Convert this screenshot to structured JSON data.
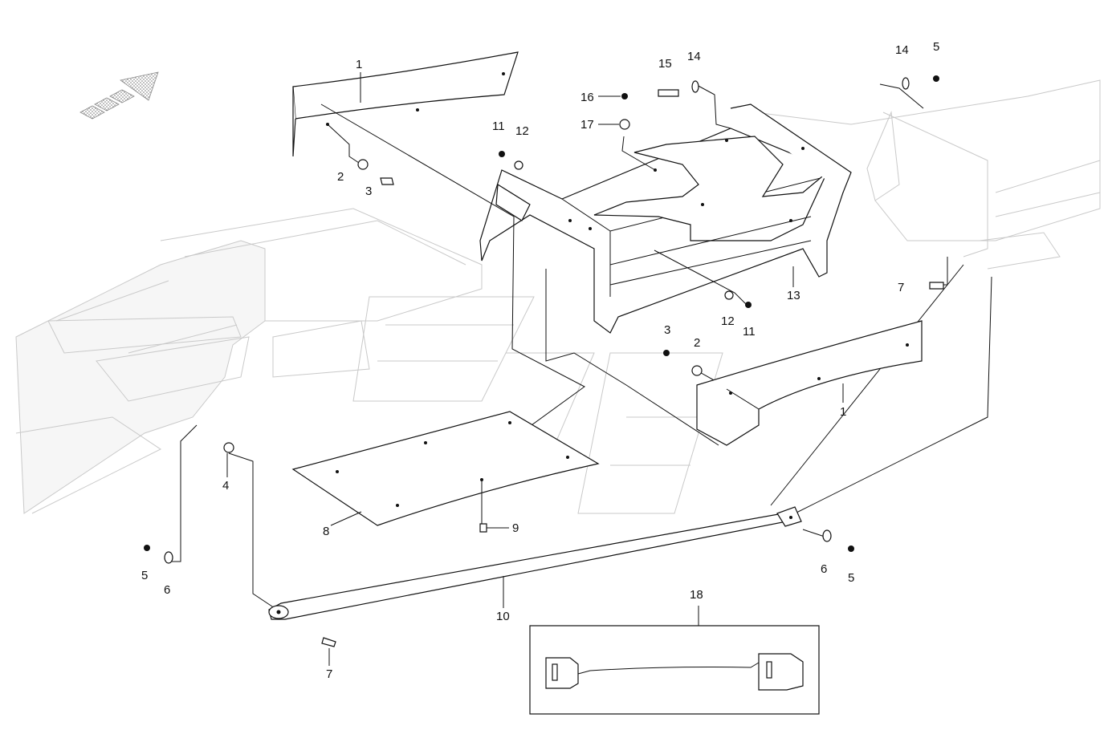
{
  "callouts": {
    "c1a": "1",
    "c1b": "1",
    "c2a": "2",
    "c2b": "2",
    "c3a": "3",
    "c3b": "3",
    "c4": "4",
    "c5a": "5",
    "c5b": "5",
    "c5c": "5",
    "c6a": "6",
    "c6b": "6",
    "c7a": "7",
    "c7b": "7",
    "c8": "8",
    "c9": "9",
    "c10": "10",
    "c11a": "11",
    "c11b": "11",
    "c12a": "12",
    "c12b": "12",
    "c13": "13",
    "c14a": "14",
    "c14b": "14",
    "c15": "15",
    "c16": "16",
    "c17": "17",
    "c18": "18"
  },
  "icons": {
    "direction_arrow": "direction-arrow-icon",
    "watermark": "watermark-logo"
  },
  "colors": {
    "line": "#111111",
    "ghost": "#c9c9c9",
    "hatch": "#9a9a9a"
  }
}
